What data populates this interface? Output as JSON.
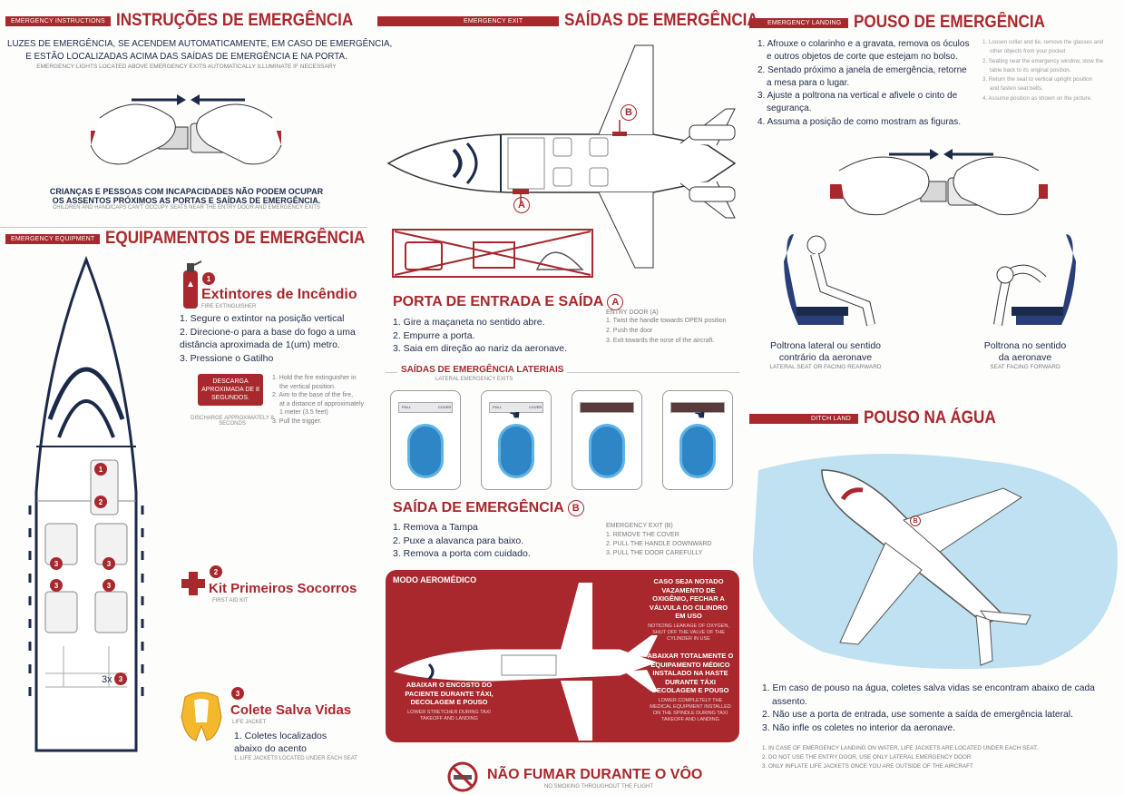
{
  "instructions": {
    "tag": "EMERGENCY INSTRUCTIONS",
    "title": "INSTRUÇÕES DE EMERGÊNCIA",
    "line1": "LUZES DE EMERGÊNCIA, SE ACENDEM AUTOMATICAMENTE, EM CASO DE EMERGÊNCIA,",
    "line2": "E ESTÃO LOCALIZADAS ACIMA DAS SAÍDAS DE EMERGÊNCIA E NA PORTA.",
    "english": "EMERGENCY LIGHTS LOCATED ABOVE EMERGENCY EXITS AUTOMATICALLY ILLUMINATE IF NECESSARY",
    "children1": "CRIANÇAS E PESSOAS COM INCAPACIDADES NÃO PODEM OCUPAR",
    "children2": "OS ASSENTOS PRÓXIMOS AS PORTAS E SAÍDAS DE EMERGÊNCIA.",
    "children_en": "CHILDREN AND HANDICAPS CAN'T OCCUPY SEATS NEAR THE ENTRY DOOR AND EMERGENCY EXITS"
  },
  "equipment": {
    "tag": "EMERGENCY EQUIPMENT",
    "title": "EQUIPAMENTOS DE EMERGÊNCIA",
    "ext_num": "1",
    "ext_title": "Extintores de Incêndio",
    "ext_sub": "FIRE EXTINGUISHER",
    "ext_steps": [
      "1. Segure o extintor na posição vertical",
      "2. Direcione-o para a base do fogo a uma",
      "distância aproximada de 1(um) metro.",
      "3. Pressione o Gatilho"
    ],
    "discharge": "DESCARGA APROXIMADA DE 8 SEGUNDOS.",
    "discharge_en": "DISCHARGE APPROXIMATELY 8 SECONDS",
    "ext_en": [
      "1. Hold the fire extinguisher in",
      "the vertical position.",
      "2. Aim to the base of the fire,",
      "at a distance of approximately",
      "1 meter (3.5 feet)",
      "3. Pull the trigger."
    ],
    "kit_num": "2",
    "kit_title": "Kit Primeiros Socorros",
    "kit_sub": "FIRST AID KIT",
    "vest_num": "3",
    "vest_title": "Colete Salva Vidas",
    "vest_sub": "LIFE JACKET",
    "vest_line1": "1. Coletes localizados",
    "vest_line2": "abaixo do acento",
    "vest_en": "1. LIFE JACKETS LOCATED UNDER EACH SEAT",
    "map_marks": [
      "1",
      "2",
      "3",
      "3",
      "3",
      "3"
    ],
    "map_count": "3x",
    "map_count_num": "3"
  },
  "exits": {
    "tag": "EMERGENCY EXIT",
    "title": "SAÍDAS DE EMERGÊNCIA",
    "label_a": "A",
    "label_b": "B",
    "door_title": "PORTA DE ENTRADA E SAÍDA",
    "door_letter": "A",
    "door_steps": [
      "1. Gire a maçaneta no sentido abre.",
      "2. Empurre a porta.",
      "3. Saia em direção ao nariz da aeronave."
    ],
    "door_en_title": "ENTRY DOOR",
    "door_en_letter": "A",
    "door_en": [
      "1. Twist the handle towards OPEN position",
      "2. Push the door",
      "3. Exit towards the nose of the aircraft."
    ],
    "lateral_title": "SAÍDAS DE EMERGÊNCIA LATERIAIS",
    "lateral_sub": "LATERAL EMERGENCY EXITS",
    "pull": "PULL",
    "cover": "COVER",
    "exit_b_title": "SAÍDA DE EMERGÊNCIA",
    "exit_b_letter": "B",
    "exit_b_steps": [
      "1. Remova a Tampa",
      "2. Puxe a alavanca para baixo.",
      "3. Remova a porta com cuidado."
    ],
    "exit_b_en_title": "EMERGENCY EXIT (B)",
    "exit_b_en": [
      "1. REMOVE THE COVER",
      "2. PULL THE HANDLE DOWNWARD",
      "3. PULL THE DOOR CAREFULLY"
    ]
  },
  "aero": {
    "title": "MODO AEROMÉDICO",
    "oxygen": "CASO SEJA NOTADO VAZAMENTO DE OXIGÊNIO, FECHAR A VÁLVULA DO CILINDRO EM USO",
    "oxygen_en": "NOTICING LEAKAGE OF OXYGEN, SHUT OFF THE VALVE OF THE CYLINDER IN USE",
    "stretcher": "ABAIXAR O ENCOSTO DO PACIENTE DURANTE TÁXI, DECOLAGEM E POUSO",
    "stretcher_en": "LOWER STRETCHER DURING TAXI TAKEOFF AND LANDING",
    "equipment": "ABAIXAR TOTALMENTE O EQUIPAMENTO MÉDICO INSTALADO NA HASTE DURANTE TÁXI DECOLAGEM E POUSO",
    "equipment_en": "LOWER COMPLETELY THE MEDICAL EQUIPMENT INSTALLED ON THE SPINDLE DURING TAXI TAKEOFF AND LANDING"
  },
  "nosmoke": {
    "title": "NÃO FUMAR DURANTE O VÔO",
    "sub": "NO SMOKING THROUGHOUT THE FLIGHT"
  },
  "landing": {
    "tag": "EMERGENCY LANDING",
    "title": "POUSO DE EMERGÊNCIA",
    "steps": [
      "1. Afrouxe o colarinho e a gravata, remova os óculos",
      "e outros objetos de corte que estejam no bolso.",
      "2. Sentado próximo a janela de emergência, retorne",
      "a mesa para o lugar.",
      "3. Ajuste a poltrona na vertical e afivele o cinto de",
      "segurança.",
      "4. Assuma a posição de como mostram as figuras."
    ],
    "en": [
      "1. Loosen collar and tie, remove the glasses and",
      "other objects from your pocket",
      "2. Seating near the emergency window, stow the",
      "table back to its original position.",
      "3. Return the seat to vertical upright position",
      "and fasten seat belts.",
      "4. Assume position as shown on the picture."
    ],
    "seat1_l1": "Poltrona lateral ou sentido",
    "seat1_l2": "contrário da aeronave",
    "seat1_en": "LATERAL SEAT OR FACING REARWARD",
    "seat2_l1": "Poltrona no sentido",
    "seat2_l2": "da aeronave",
    "seat2_en": "SEAT FACING FORWARD"
  },
  "ditch": {
    "tag": "DITCH LAND",
    "title": "POUSO NA ÁGUA",
    "mark": "B",
    "steps": [
      "1. Em caso de pouso na água, coletes salva vidas se encontram abaixo de cada",
      "assento.",
      "2. Não use a porta de entrada, use somente a saída de emergência lateral.",
      "3. Não infle os coletes no interior da aeronave."
    ],
    "en": [
      "1. IN CASE OF EMERGENCY LANDING ON WATER, LIFE JACKETS ARE LOCATED UNDER EACH SEAT.",
      "2. DO NOT USE THE ENTRY DOOR, USE ONLY LATERAL EMERGENCY DOOR",
      "3. ONLY INFLATE LIFE JACKETS ONCE YOU ARE OUTSIDE OF THE AIRCRAFT"
    ]
  },
  "colors": {
    "accent": "#a8282e",
    "navy": "#1c2a4a",
    "water": "#bfe1f2"
  }
}
